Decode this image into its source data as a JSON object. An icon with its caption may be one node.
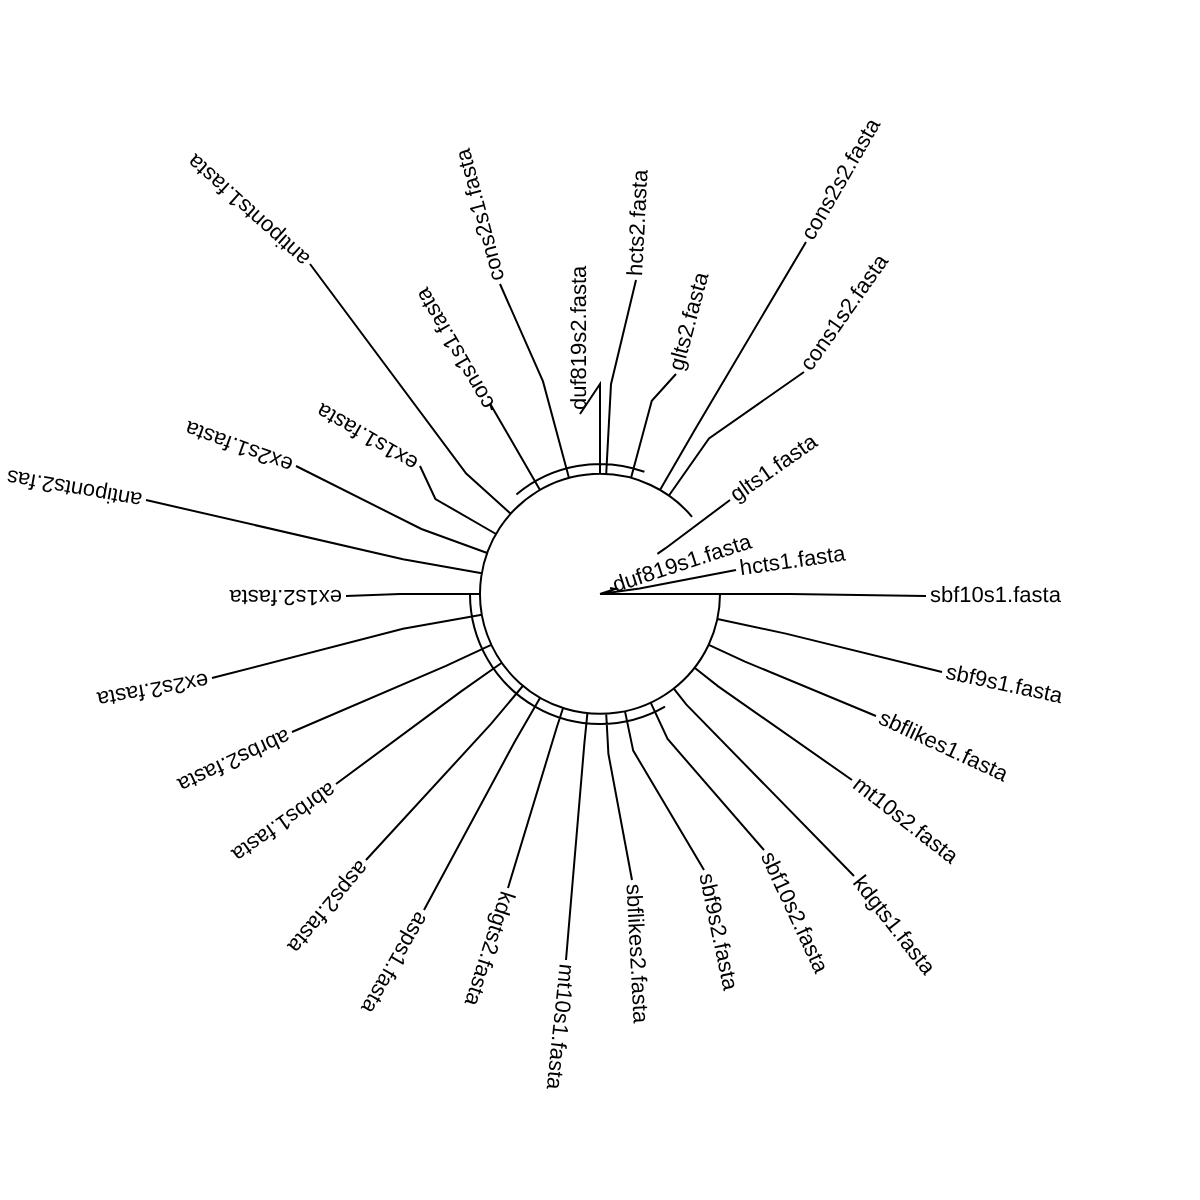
{
  "diagram": {
    "labels": [
      "duf819s1.fasta",
      "hcts1.fasta",
      "sbf10s1.fasta",
      "sbf9s1.fasta",
      "sbflikes1.fasta",
      "mt10s2.fasta",
      "kdgts1.fasta",
      "sbf10s2.fasta",
      "sbf9s2.fasta",
      "sbflikes2.fasta",
      "mt10s1.fasta",
      "kdgts2.fasta",
      "asps1.fasta",
      "asps2.fasta",
      "abrbs1.fasta",
      "abrbs2.fasta",
      "ex2s2.fasta",
      "ex1s2.fasta",
      "antiponts2.fas",
      "ex2s1.fasta",
      "ex1s1.fasta",
      "antiponts1.fasta",
      "cons1s1.fasta",
      "cons2s1.fasta",
      "duf819s2.fasta",
      "hcts2.fasta",
      "glts2.fasta",
      "cons2s2.fasta",
      "cons1s2.fasta",
      "glts1.fasta"
    ]
  }
}
